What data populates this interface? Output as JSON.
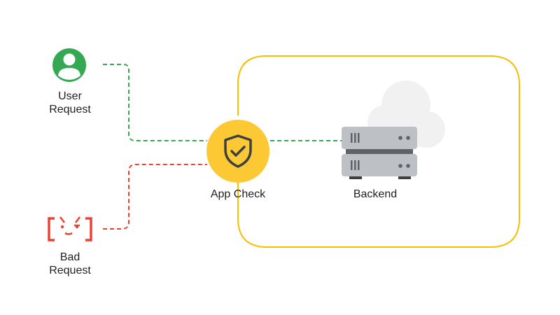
{
  "nodes": {
    "user_request": {
      "label_line1": "User",
      "label_line2": "Request",
      "icon": "user-avatar-icon",
      "color": "#34a853"
    },
    "bad_request": {
      "label_line1": "Bad",
      "label_line2": "Request",
      "icon": "angry-face-brackets-icon",
      "color": "#ea4335"
    },
    "app_check": {
      "label": "App Check",
      "icon": "shield-check-icon",
      "color": "#fcc934"
    },
    "backend": {
      "label": "Backend",
      "icon": "server-stack-icon",
      "color": "#bdc1c6"
    }
  },
  "connections": [
    {
      "from": "user_request",
      "to": "app_check",
      "style": "dashed",
      "color": "#34a853"
    },
    {
      "from": "bad_request",
      "to": "app_check",
      "style": "dashed",
      "color": "#ea4335"
    },
    {
      "from": "app_check",
      "to": "backend",
      "style": "dashed",
      "color": "#34a853"
    }
  ],
  "boundary": {
    "name": "cloud-boundary",
    "color": "#fbbc04"
  }
}
